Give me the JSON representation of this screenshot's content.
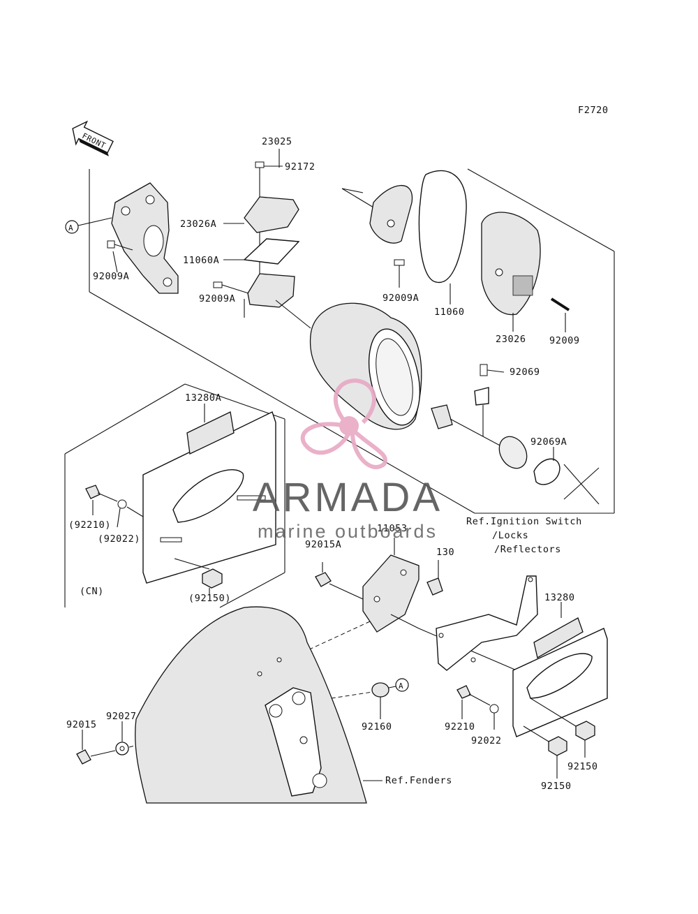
{
  "figure_code": "F2720",
  "front_arrow_text": "FRONT",
  "ref_marker": "A",
  "part_labels": [
    {
      "id": "p23025",
      "text": "23025"
    },
    {
      "id": "p92172",
      "text": "92172"
    },
    {
      "id": "p23026A",
      "text": "23026A"
    },
    {
      "id": "p11060A",
      "text": "11060A"
    },
    {
      "id": "p92009A_left",
      "text": "92009A"
    },
    {
      "id": "p92009A_mid",
      "text": "92009A"
    },
    {
      "id": "p92009A_lens",
      "text": "92009A"
    },
    {
      "id": "p11060",
      "text": "11060"
    },
    {
      "id": "p23026",
      "text": "23026"
    },
    {
      "id": "p92009",
      "text": "92009"
    },
    {
      "id": "p92069",
      "text": "92069"
    },
    {
      "id": "p92069A",
      "text": "92069A"
    },
    {
      "id": "p13280A",
      "text": "13280A"
    },
    {
      "id": "p92210_cn",
      "text": "(92210)"
    },
    {
      "id": "p92022_cn",
      "text": "(92022)"
    },
    {
      "id": "pCN",
      "text": "(CN)"
    },
    {
      "id": "p92150_cn",
      "text": "(92150)"
    },
    {
      "id": "p11053",
      "text": "11053"
    },
    {
      "id": "p92015A",
      "text": "92015A"
    },
    {
      "id": "p130",
      "text": "130"
    },
    {
      "id": "p13280",
      "text": "13280"
    },
    {
      "id": "p92015",
      "text": "92015"
    },
    {
      "id": "p92027",
      "text": "92027"
    },
    {
      "id": "p92160",
      "text": "92160"
    },
    {
      "id": "p92210",
      "text": "92210"
    },
    {
      "id": "p92022",
      "text": "92022"
    },
    {
      "id": "p92150_a",
      "text": "92150"
    },
    {
      "id": "p92150_b",
      "text": "92150"
    }
  ],
  "references": {
    "ignition_line1": "Ref.Ignition Switch",
    "ignition_line2": "/Locks",
    "ignition_line3": "/Reflectors",
    "fenders": "Ref.Fenders"
  },
  "watermark": {
    "brand": "ARMADA",
    "tagline": "marine outboards",
    "color_brand": "#555555",
    "color_logo": "#e8a9c4"
  }
}
